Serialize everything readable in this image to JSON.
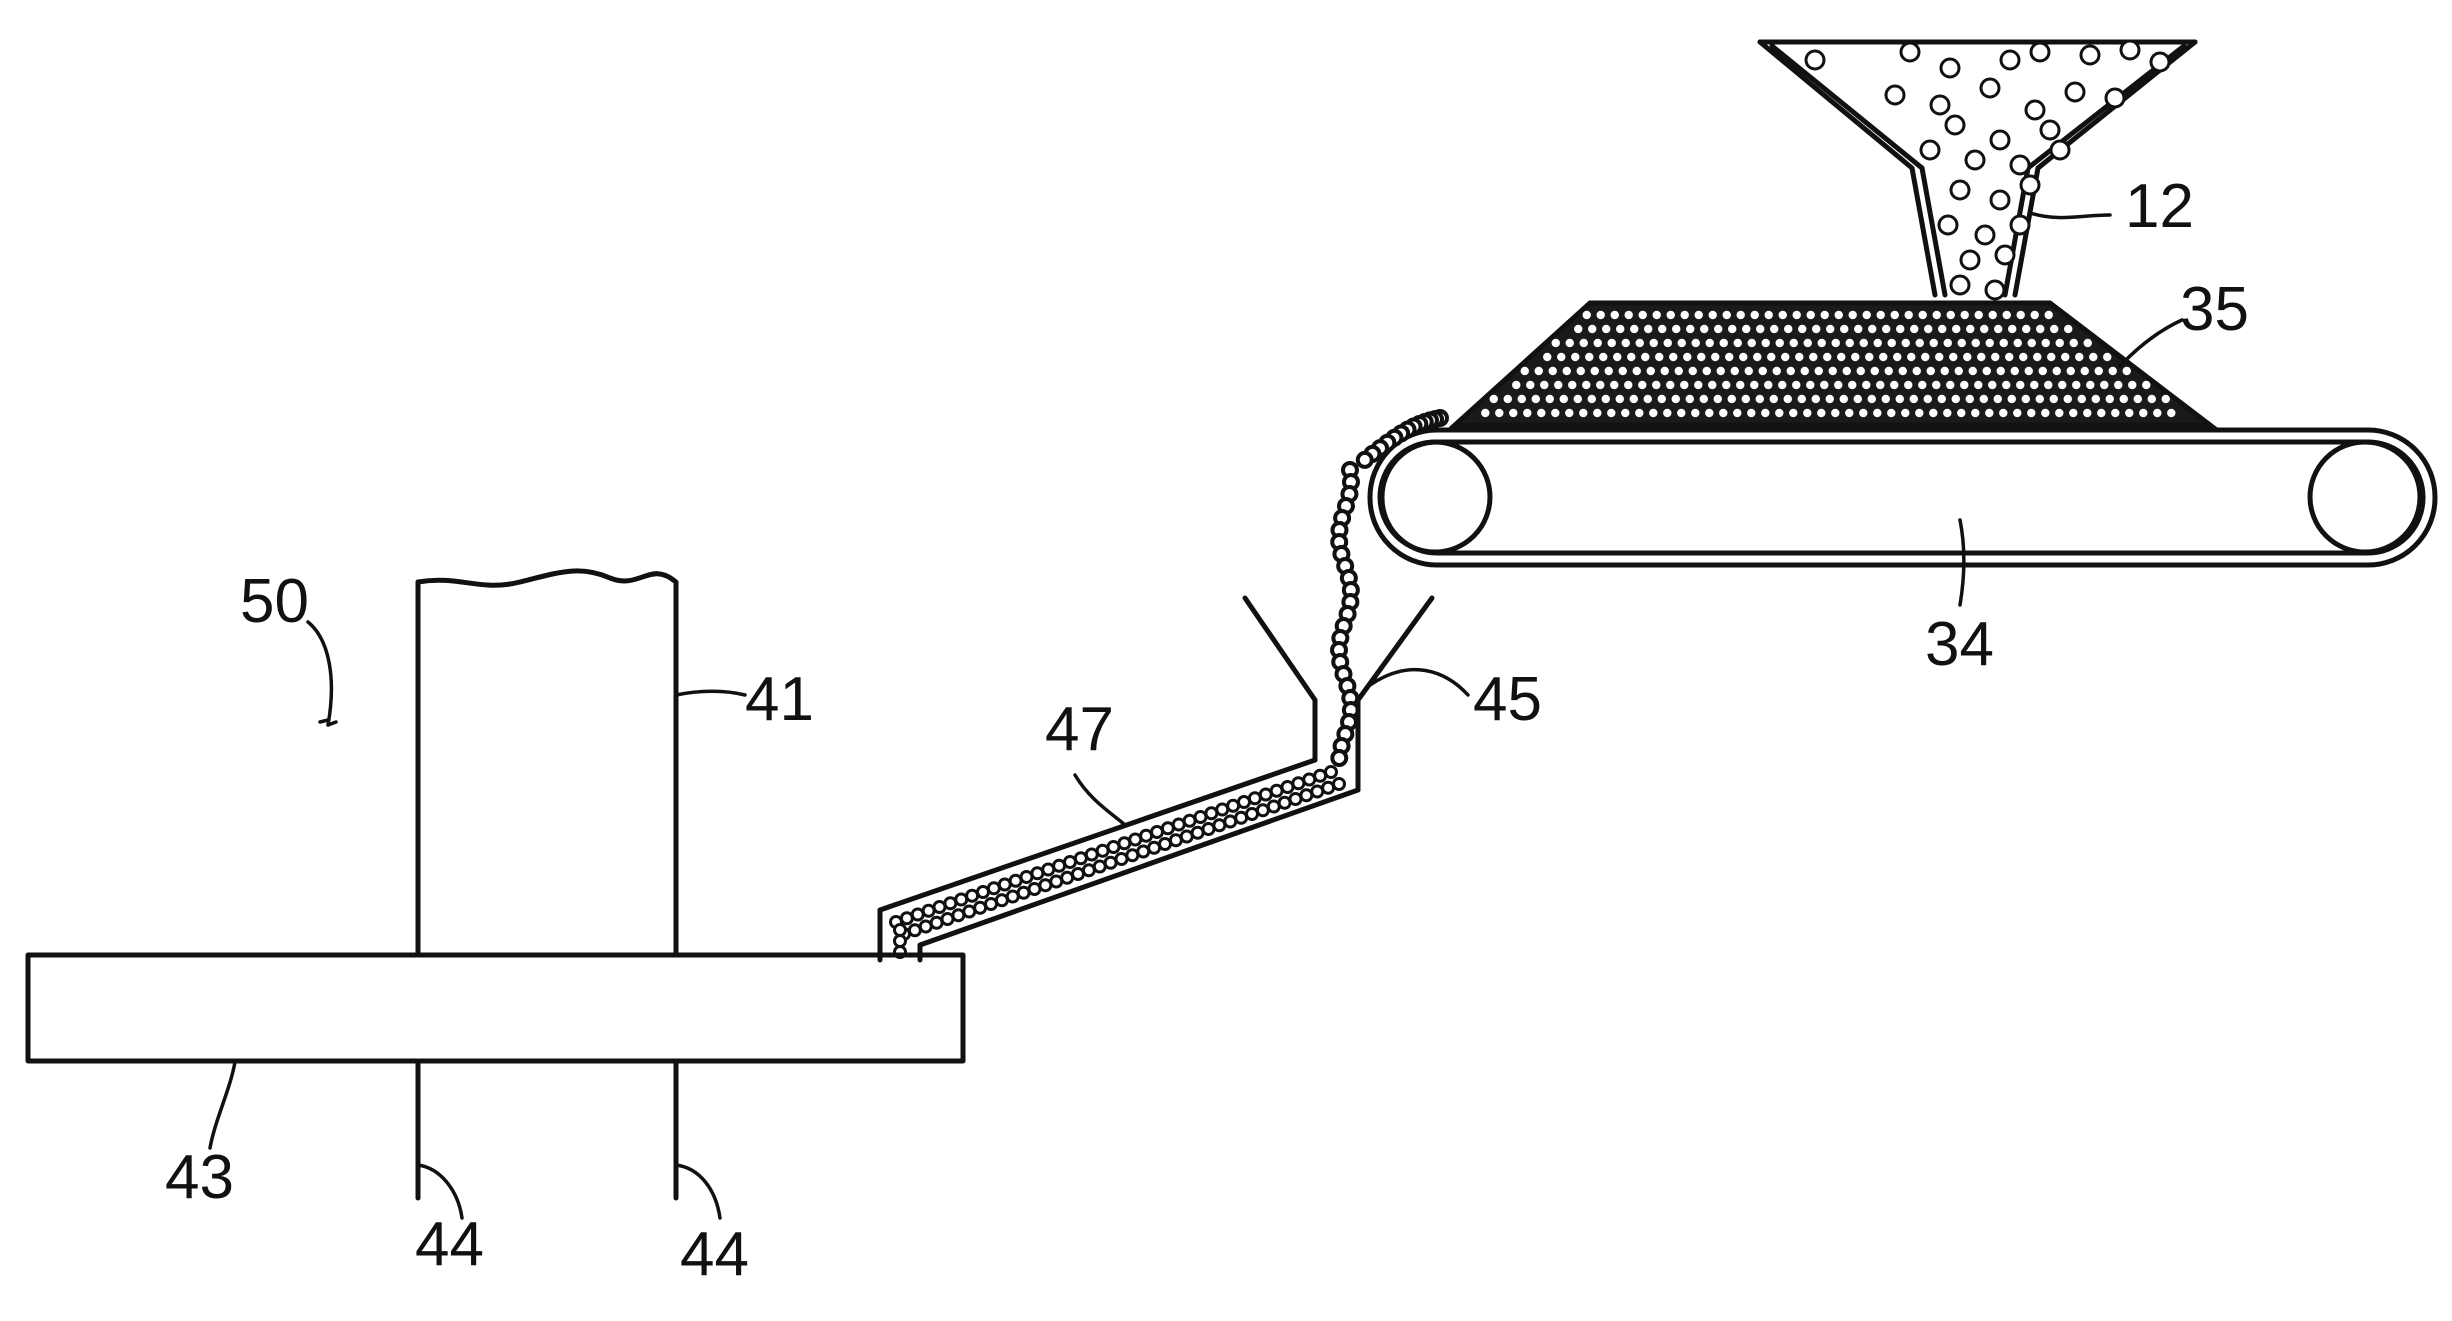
{
  "colors": {
    "line": "#111111",
    "fill": "#ffffff",
    "pile": "#1a1a1a"
  },
  "labels": {
    "l12": "12",
    "l35": "35",
    "l34": "34",
    "l45": "45",
    "l47": "47",
    "l41": "41",
    "l50": "50",
    "l43": "43",
    "l44a": "44",
    "l44b": "44"
  }
}
